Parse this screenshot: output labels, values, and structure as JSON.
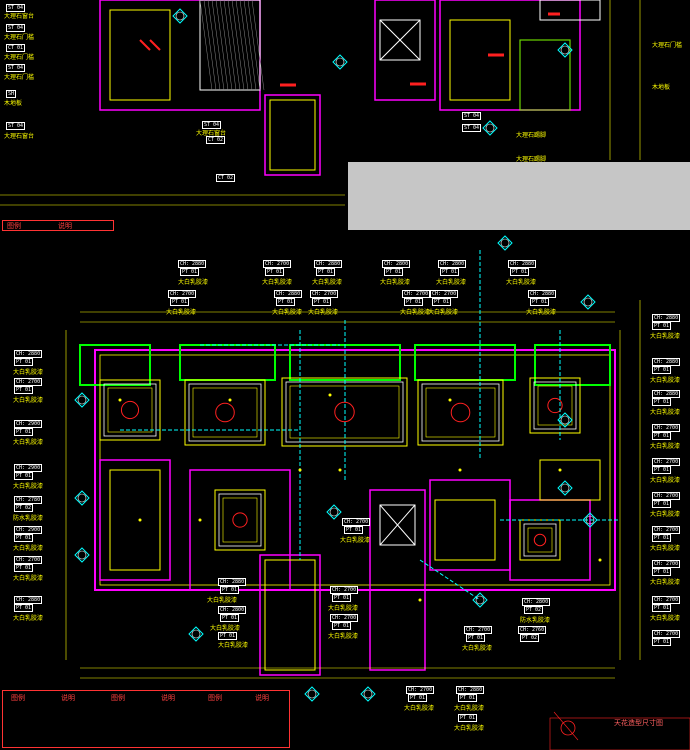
{
  "drawing": {
    "title": "天花造型尺寸图",
    "legend_headers": [
      "图例",
      "说明",
      "图例",
      "说明",
      "图例",
      "说明"
    ],
    "top_legend_headers": [
      "图例",
      "说明"
    ]
  },
  "tags": {
    "ch2880": "CH: 2880",
    "ch2700": "CH: 2700",
    "ch2800": "CH: 2800",
    "ch2900": "CH: 2900",
    "ch2780": "CH: 2780",
    "ch2760": "CH: 2760",
    "pt01": "PT  01",
    "pt02": "PT  02",
    "st04": "ST  04",
    "ct01": "CT  01",
    "ct02": "CT  02",
    "sh": "SH"
  },
  "labels": {
    "ceiling_white": "大白乳胶漆",
    "marble": "大理石窗台",
    "waterproof": "防水乳胶漆",
    "marble_door": "大理石门槛",
    "wood_floor": "木地板",
    "marble_sill": "大理石踢脚"
  },
  "colors": {
    "yellow": "#ffff00",
    "green": "#00ff00",
    "magenta": "#ff00ff",
    "cyan": "#00ffff",
    "red": "#ff2020",
    "white": "#ffffff"
  }
}
